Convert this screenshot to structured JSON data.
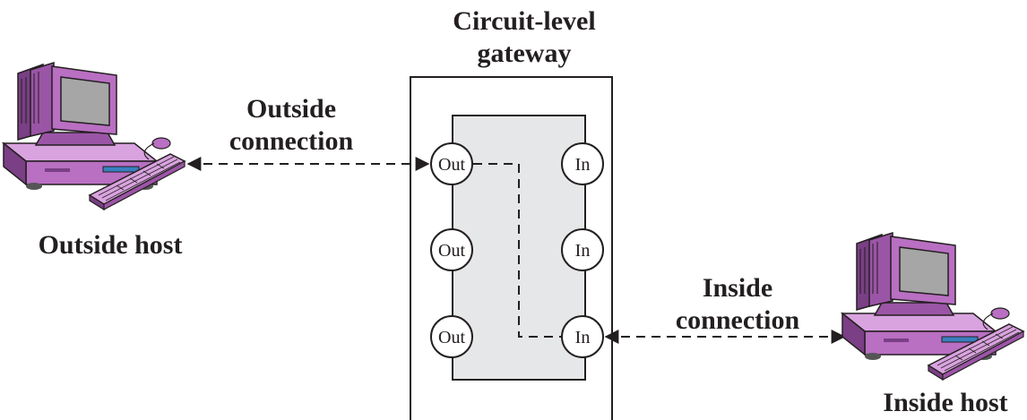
{
  "gateway": {
    "title_line1": "Circuit-level",
    "title_line2": "gateway",
    "out_ports": [
      "Out",
      "Out",
      "Out"
    ],
    "in_ports": [
      "In",
      "In",
      "In"
    ]
  },
  "outside_connection": {
    "line1": "Outside",
    "line2": "connection"
  },
  "inside_connection": {
    "line1": "Inside",
    "line2": "connection"
  },
  "outside_host": {
    "label": "Outside host",
    "icon": "desktop-computer-icon"
  },
  "inside_host": {
    "label": "Inside host",
    "icon": "desktop-computer-icon"
  },
  "colors": {
    "computer_body": "#b96fc2",
    "computer_dark": "#7a3f85",
    "screen": "#a6a6a6",
    "gateway_inner": "#e6e7e8",
    "line": "#231f20"
  }
}
